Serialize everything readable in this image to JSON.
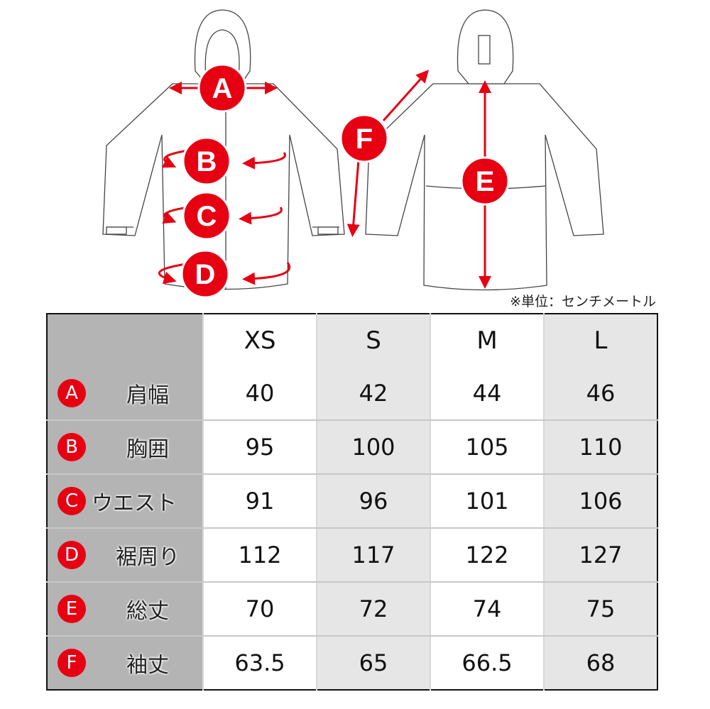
{
  "unit_note": "※単位：センチメートル",
  "diagram_markers": {
    "front": [
      "A",
      "B",
      "C",
      "D"
    ],
    "back": [
      "F",
      "E"
    ]
  },
  "colors": {
    "accent": "#e60012",
    "label_column": "#b4b4b4",
    "alt_column": "#e6e6e6"
  },
  "table": {
    "headers": [
      "XS",
      "S",
      "M",
      "L"
    ],
    "rows": [
      {
        "marker": "A",
        "label": "肩幅",
        "values": [
          "40",
          "42",
          "44",
          "46"
        ]
      },
      {
        "marker": "B",
        "label": "胸囲",
        "values": [
          "95",
          "100",
          "105",
          "110"
        ]
      },
      {
        "marker": "C",
        "label": "ウエスト",
        "values": [
          "91",
          "96",
          "101",
          "106"
        ]
      },
      {
        "marker": "D",
        "label": "裾周り",
        "values": [
          "112",
          "117",
          "122",
          "127"
        ]
      },
      {
        "marker": "E",
        "label": "総丈",
        "values": [
          "70",
          "72",
          "74",
          "75"
        ]
      },
      {
        "marker": "F",
        "label": "袖丈",
        "values": [
          "63.5",
          "65",
          "66.5",
          "68"
        ]
      }
    ]
  }
}
